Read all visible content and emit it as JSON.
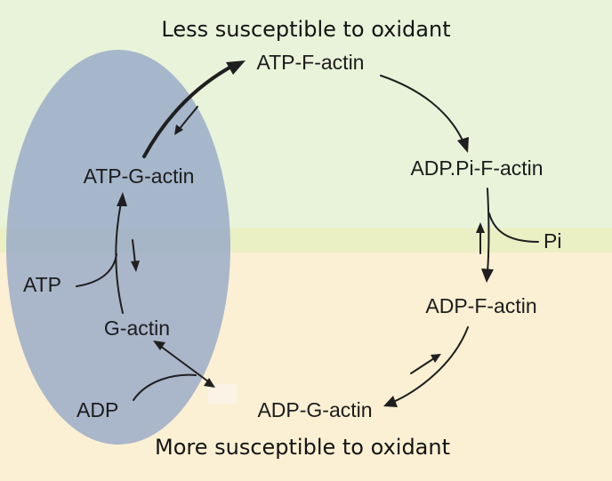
{
  "diagram": {
    "regions": {
      "top_label": "Less susceptible to oxidant",
      "bottom_label": "More susceptible to oxidant",
      "top_color": "#e9f3da",
      "bottom_color": "#fbf0d3",
      "boundary_color": "#ebefc4",
      "oval_color": "#8fa3c7"
    },
    "nodes": {
      "atp_f_actin": "ATP-F-actin",
      "adp_pi_f_actin": "ADP.Pi-F-actin",
      "adp_f_actin": "ADP-F-actin",
      "adp_g_actin": "ADP-G-actin",
      "g_actin": "G-actin",
      "atp_g_actin": "ATP-G-actin"
    },
    "side_labels": {
      "pi": "Pi",
      "atp": "ATP",
      "adp": "ADP"
    }
  }
}
